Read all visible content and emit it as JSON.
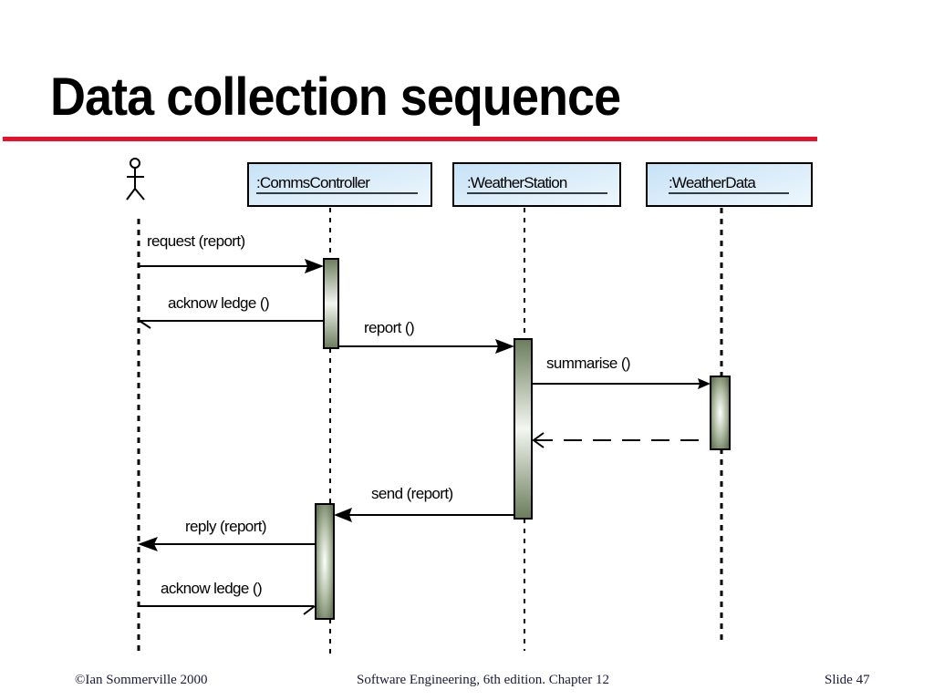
{
  "slide": {
    "title": "Data collection sequence",
    "accent_color": "#e8102b"
  },
  "diagram": {
    "type": "uml-sequence",
    "actor": {
      "name": "",
      "icon": "stick-figure-icon"
    },
    "objects": [
      {
        "id": "comms",
        "label": ":CommsController"
      },
      {
        "id": "station",
        "label": ":WeatherStation"
      },
      {
        "id": "data",
        "label": ":WeatherData"
      }
    ],
    "messages": [
      {
        "label": "request (report)",
        "from": "actor",
        "to": "comms",
        "kind": "call"
      },
      {
        "label": "acknow ledge ()",
        "from": "comms",
        "to": "actor",
        "kind": "return"
      },
      {
        "label": "report ()",
        "from": "comms",
        "to": "station",
        "kind": "call"
      },
      {
        "label": "summarise ()",
        "from": "station",
        "to": "data",
        "kind": "call"
      },
      {
        "label": "",
        "from": "data",
        "to": "station",
        "kind": "dashed-return"
      },
      {
        "label": "send (report)",
        "from": "station",
        "to": "comms",
        "kind": "call"
      },
      {
        "label": "reply (report)",
        "from": "comms",
        "to": "actor",
        "kind": "call"
      },
      {
        "label": "acknow ledge ()",
        "from": "actor",
        "to": "comms",
        "kind": "return"
      }
    ],
    "colors": {
      "object_box_fill": "#d6ecfa",
      "activation_fill": "#6b7d5c"
    }
  },
  "footer": {
    "left": "©Ian Sommerville 2000",
    "center": "Software Engineering, 6th edition. Chapter 12",
    "right": "Slide 47"
  }
}
